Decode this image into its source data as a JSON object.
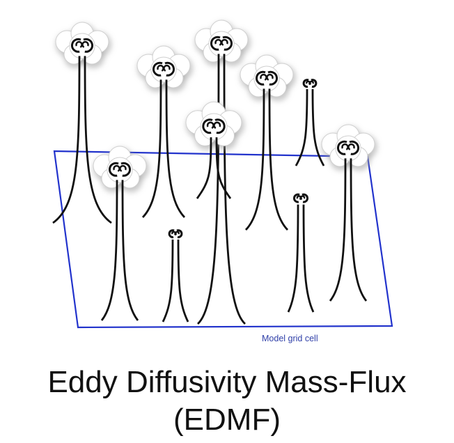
{
  "grid_cell_label": "Model grid cell",
  "title_line1": "Eddy Diffusivity Mass-Flux",
  "title_line2": "(EDMF)",
  "colors": {
    "grid": "#2233cc",
    "stem": "#111111",
    "cloud_shadow": "#9a9a9a",
    "label": "#2f3fa8"
  }
}
